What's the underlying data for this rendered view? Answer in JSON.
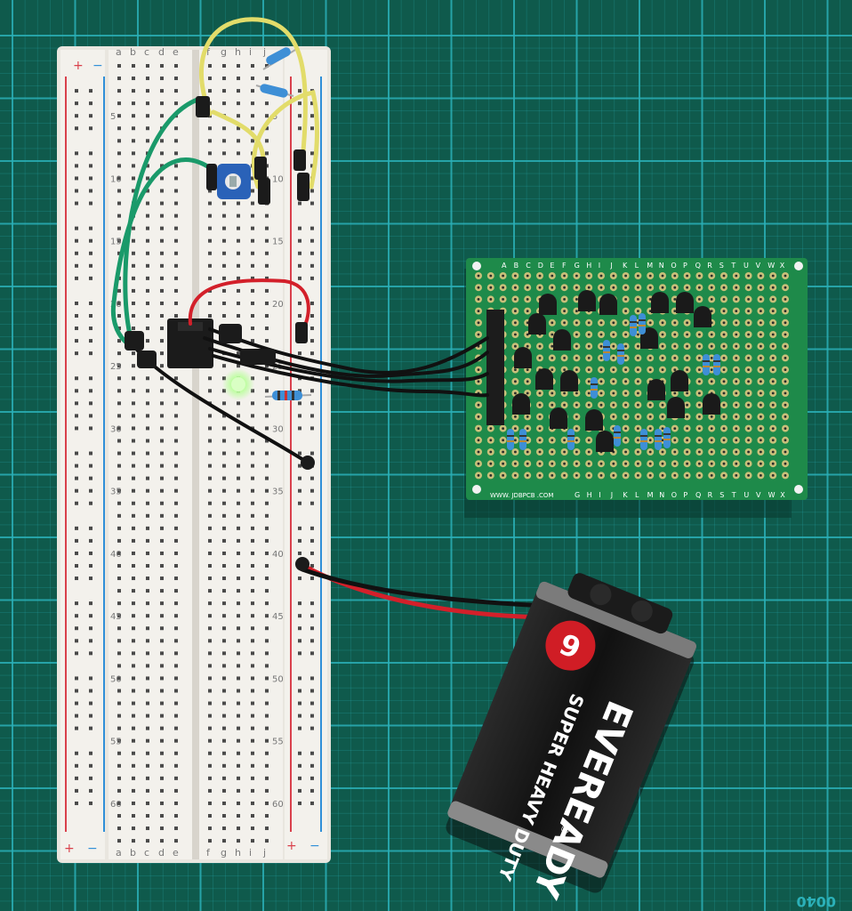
{
  "breadboard": {
    "col_letters_left": [
      "a",
      "b",
      "c",
      "d",
      "e"
    ],
    "col_letters_right": [
      "f",
      "g",
      "h",
      "i",
      "j"
    ],
    "row_numbers": [
      "5",
      "10",
      "15",
      "20",
      "25",
      "30",
      "35",
      "40",
      "45",
      "50",
      "55",
      "60"
    ],
    "rail_plus": "+",
    "rail_minus": "−"
  },
  "pcb": {
    "col_letters": [
      "A",
      "B",
      "C",
      "D",
      "E",
      "F",
      "G",
      "H",
      "I",
      "J",
      "K",
      "L",
      "M",
      "N",
      "O",
      "P",
      "Q",
      "R",
      "S",
      "T",
      "U",
      "V",
      "W",
      "X"
    ],
    "maker_text": "WWW. JDBPCB .COM",
    "bottom_letters": [
      "G",
      "H",
      "I",
      "J",
      "K",
      "L",
      "M",
      "N",
      "O",
      "P",
      "Q",
      "R",
      "S",
      "T",
      "U",
      "V",
      "W",
      "X"
    ]
  },
  "battery": {
    "brand": "EVEREADY",
    "tagline": "SUPER HEAVY DUTY",
    "voltage_badge": "9",
    "registered": "®"
  },
  "mat": {
    "corner_text": "0040"
  },
  "colors": {
    "mat": "#0f5a4c",
    "grid_line": "#2bb0b8",
    "breadboard": "#f1eee8",
    "pcb": "#1e8a4a",
    "wire_green": "#1a9a6a",
    "wire_yellow": "#e2dc6a",
    "wire_red": "#d3202a",
    "wire_black": "#111111",
    "rail_red": "#d9414c",
    "rail_blue": "#2f8fd8",
    "led_green": "#b9ff9a",
    "battery_body": "#151515",
    "battery_red": "#d01d25"
  }
}
